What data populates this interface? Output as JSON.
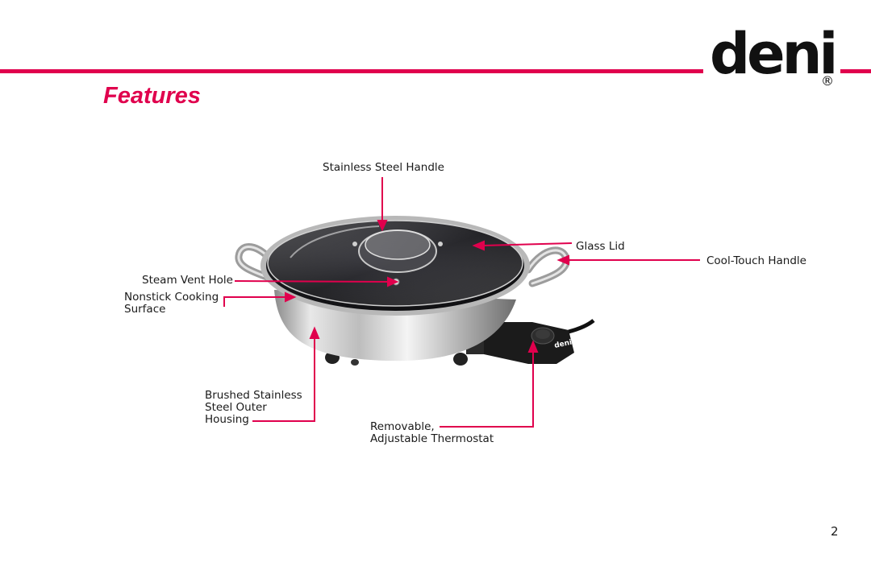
{
  "brand": {
    "logo_text": "deni",
    "registered_mark": "®"
  },
  "page": {
    "title": "Features",
    "page_number": "2"
  },
  "callouts": {
    "stainless_steel_handle": "Stainless Steel Handle",
    "glass_lid": "Glass Lid",
    "cool_touch_handle": "Cool-Touch Handle",
    "steam_vent_hole": "Steam Vent Hole",
    "nonstick_cooking_surface": "Nonstick Cooking\nSurface",
    "brushed_stainless_steel_outer_housing": "Brushed Stainless\nSteel Outer\nHousing",
    "removable_adjustable_thermostat": "Removable,\nAdjustable Thermostat"
  },
  "colors": {
    "accent": "#e0004d",
    "text": "#1a1a1a",
    "housing": "#c8c8c8",
    "nonstick": "#1e1e22"
  },
  "thermostat_logo": "deni"
}
